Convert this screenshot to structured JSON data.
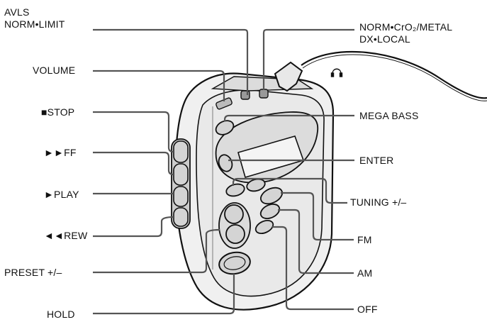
{
  "labels": {
    "avls_line1": "AVLS",
    "avls_line2": "NORM•LIMIT",
    "volume": "VOLUME",
    "stop": "■STOP",
    "ff": "►►FF",
    "play": "►PLAY",
    "rew": "◄◄REW",
    "preset": "PRESET +/–",
    "hold": "HOLD",
    "tape_line1": "NORM•CrO₂/METAL",
    "tape_line2": "DX•LOCAL",
    "mega_bass": "MEGA BASS",
    "enter": "ENTER",
    "tuning": "TUNING +/–",
    "fm": "FM",
    "am": "AM",
    "off": "OFF"
  },
  "icons": {
    "headphone": "headphone-icon"
  },
  "colors": {
    "leader": "#555555",
    "outline": "#111111",
    "body_fill": "#e9e9e9",
    "button_fill": "#d4d4d4"
  }
}
